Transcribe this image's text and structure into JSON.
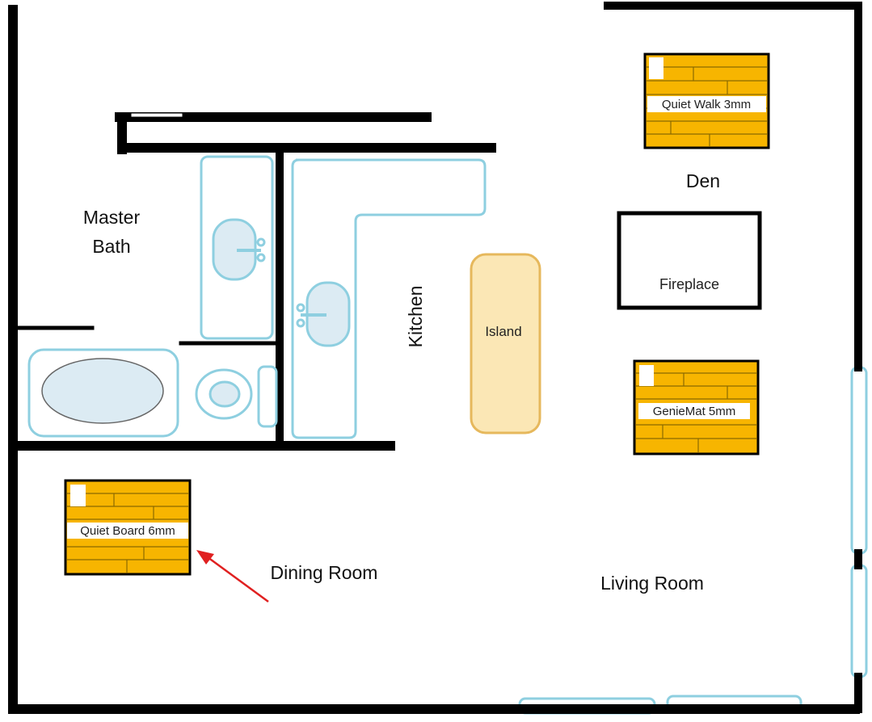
{
  "rooms": {
    "master_bath_line1": "Master",
    "master_bath_line2": "Bath",
    "kitchen": "Kitchen",
    "island": "Island",
    "den": "Den",
    "fireplace": "Fireplace",
    "dining_room": "Dining Room",
    "living_room": "Living Room"
  },
  "flooring_samples": {
    "den": "Quiet Walk 3mm",
    "living": "GenieMat 5mm",
    "dining": "Quiet Board 6mm"
  },
  "colors": {
    "wall": "#000000",
    "fixture_outline": "#8ecfe0",
    "fixture_fill": "#dcebf3",
    "island_fill": "#fbe7b5",
    "island_outline": "#e6b85c",
    "floor_plank": "#f7b500",
    "arrow": "#e02020"
  }
}
